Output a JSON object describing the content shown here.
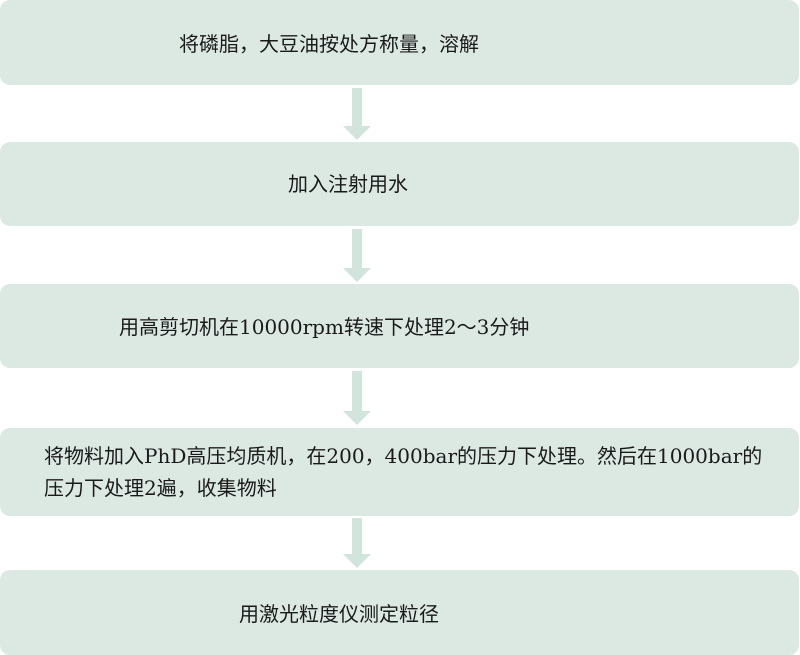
{
  "steps": [
    {
      "label": "将磷脂，大豆油按处方称量，溶解"
    },
    {
      "label": "加入注射用水"
    },
    {
      "label": "用高剪切机在10000rpm转速下处理2～3分钟"
    },
    {
      "label": "将物料加入PhD高压均质机，在200，400bar的压力下处理。然后在1000bar的压力下处理2遍，收集物料"
    },
    {
      "label": "用激光粒度仪测定粒径"
    }
  ],
  "colors": {
    "box_fill": "#dce9e3",
    "arrow_fill": "#d2e5dd",
    "text": "#1a1a1a"
  }
}
